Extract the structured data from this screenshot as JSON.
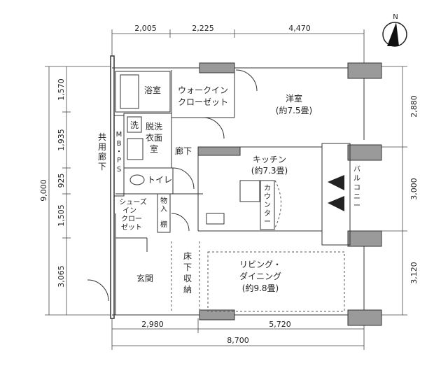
{
  "dimensions": {
    "top": [
      "2,005",
      "2,225",
      "4,470"
    ],
    "bottom": [
      "2,980",
      "5,720"
    ],
    "bottom_total": "8,700",
    "left": [
      "1,570",
      "1,935",
      "925",
      "1,505",
      "3,065"
    ],
    "left_total": "9,000",
    "right": [
      "2,880",
      "3,000",
      "3,120"
    ]
  },
  "compass": {
    "label": "N"
  },
  "rooms": {
    "bath": "浴室",
    "wic1": "ウォークイン",
    "wic2": "クローゼット",
    "western": "洋室",
    "western_size": "(約7.5畳)",
    "washer": "洗",
    "dressing": [
      "脱洗",
      "衣面",
      "室"
    ],
    "corridor": "廊下",
    "common_corridor": [
      "共",
      "用",
      "廊",
      "下"
    ],
    "mbps": [
      "M",
      "B",
      "・",
      "P",
      "S"
    ],
    "toilet": "トイレ",
    "kitchen": "キッチン",
    "kitchen_size": "(約7.3畳)",
    "counter": [
      "カ",
      "ウ",
      "ン",
      "タ",
      "ー"
    ],
    "shoes": [
      "シューズ",
      "イン",
      "クロー",
      "ゼット"
    ],
    "storage": [
      "物",
      "入"
    ],
    "shelf": "棚",
    "underfloor": [
      "床",
      "下",
      "収",
      "納"
    ],
    "entrance": "玄関",
    "living1": "リビング・",
    "living2": "ダイニング",
    "living_size": "(約9.8畳)",
    "balcony": [
      "バ",
      "ル",
      "コ",
      "ニ",
      "ー"
    ]
  }
}
